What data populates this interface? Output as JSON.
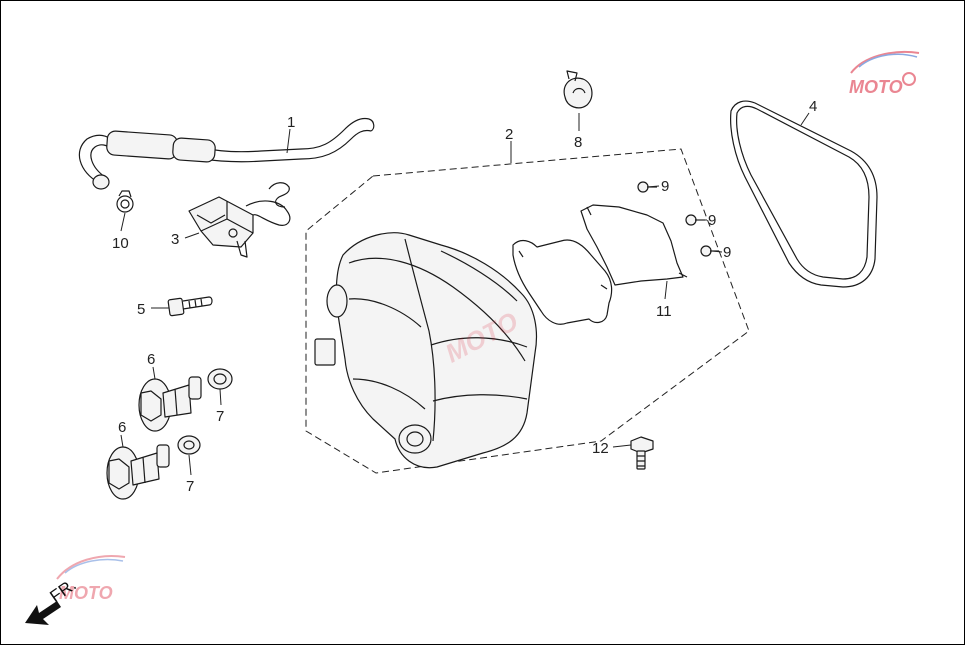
{
  "diagram": {
    "direction_label": "FR.",
    "watermark_text": "MOTO",
    "callouts": [
      "1",
      "2",
      "3",
      "4",
      "5",
      "6",
      "6",
      "7",
      "7",
      "8",
      "9",
      "9",
      "9",
      "10",
      "11",
      "12"
    ],
    "colors": {
      "line": "#1a1a1a",
      "background": "#ffffff",
      "watermark_red": "#d9253a",
      "watermark_blue": "#2b63c9"
    },
    "icons": [
      "direction-arrow-icon",
      "moto-watermark-logo"
    ]
  }
}
